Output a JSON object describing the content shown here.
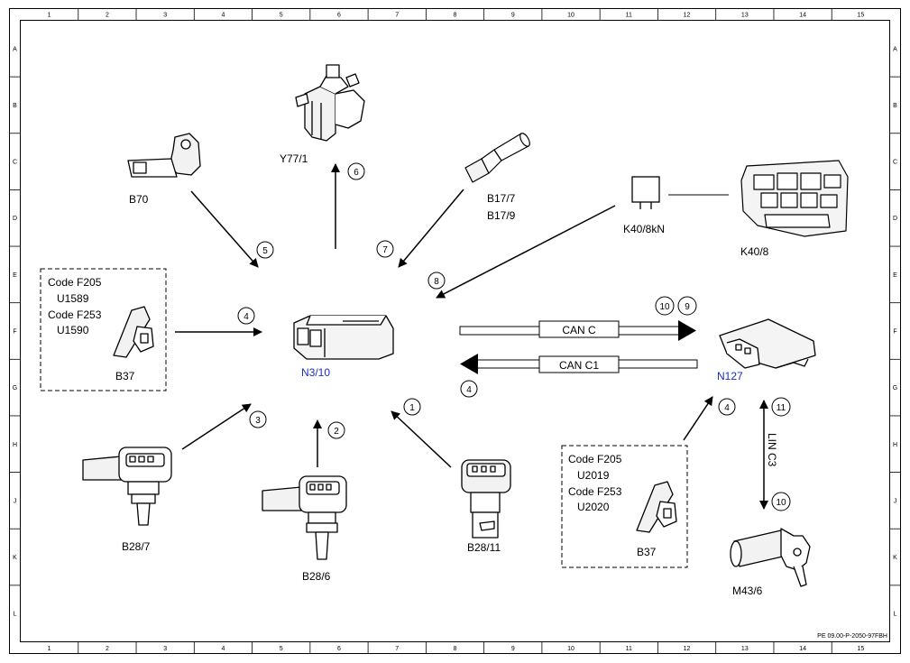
{
  "grid": {
    "columns": [
      "1",
      "2",
      "3",
      "4",
      "5",
      "6",
      "7",
      "8",
      "9",
      "10",
      "11",
      "12",
      "13",
      "14",
      "15"
    ],
    "rows": [
      "A",
      "B",
      "C",
      "D",
      "E",
      "F",
      "G",
      "H",
      "J",
      "K",
      "L"
    ]
  },
  "components": {
    "y77": "Y77/1",
    "b70": "B70",
    "b17": [
      "B17/7",
      "B17/9"
    ],
    "k40kn": "K40/8kN",
    "k40": "K40/8",
    "n310": "N3/10",
    "n127": "N127",
    "b28_7": "B28/7",
    "b28_6": "B28/6",
    "b28_11": "B28/11",
    "m43": "M43/6"
  },
  "code_box_left": {
    "lines": [
      "Code F205",
      "U1589",
      "Code F253",
      "U1590"
    ],
    "component": "B37"
  },
  "code_box_right": {
    "lines": [
      "Code F205",
      "U2019",
      "Code F253",
      "U2020"
    ],
    "component": "B37"
  },
  "buses": {
    "can_c": "CAN C",
    "can_c1": "CAN C1",
    "lin": "LIN C3"
  },
  "markers": {
    "m1": "1",
    "m2": "2",
    "m3": "3",
    "m4a": "4",
    "m4b": "4",
    "m4c": "4",
    "m5": "5",
    "m6": "6",
    "m7": "7",
    "m8": "8",
    "m9": "9",
    "m10a": "10",
    "m10b": "10",
    "m11": "11"
  },
  "colors": {
    "ecu_label": "#1a2bd0"
  },
  "reference": "PE 09.00-P-2050-97FBH"
}
